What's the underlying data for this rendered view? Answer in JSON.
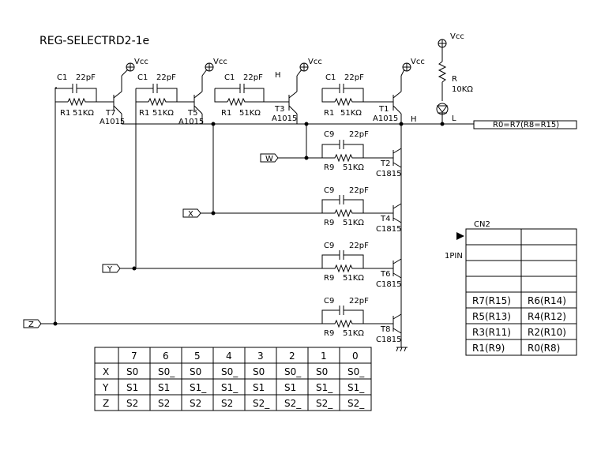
{
  "title": "REG-SELECTRD2-1e",
  "vcc": "Vcc",
  "cap_value": "22pF",
  "res_value": "51KΩ",
  "upper_stages": [
    {
      "cap": "C1",
      "res": "R1",
      "transistor": "T7",
      "part": "A1015"
    },
    {
      "cap": "C1",
      "res": "R1",
      "transistor": "T5",
      "part": "A1015"
    },
    {
      "cap": "C1",
      "res": "R1",
      "transistor": "T3",
      "part": "A1015"
    },
    {
      "cap": "C1",
      "res": "R1",
      "transistor": "T1",
      "part": "A1015"
    }
  ],
  "lower_stages": [
    {
      "cap": "C9",
      "res": "R9",
      "transistor": "T2",
      "part": "C1815",
      "input": "W"
    },
    {
      "cap": "C9",
      "res": "R9",
      "transistor": "T4",
      "part": "C1815",
      "input": "X"
    },
    {
      "cap": "C9",
      "res": "R9",
      "transistor": "T6",
      "part": "C1815",
      "input": "Y"
    },
    {
      "cap": "C9",
      "res": "R9",
      "transistor": "T8",
      "part": "C1815",
      "input": "Z"
    }
  ],
  "led": {
    "res": "R",
    "res_value": "10KΩ",
    "label": "L"
  },
  "h_label": "H",
  "output_net": "R0=R7(R8=R15)",
  "connector": {
    "name": "CN2",
    "pin1": "1PIN",
    "rows": [
      [
        "",
        ""
      ],
      [
        "",
        ""
      ],
      [
        "",
        ""
      ],
      [
        "",
        ""
      ],
      [
        "R7(R15)",
        "R6(R14)"
      ],
      [
        "R5(R13)",
        "R4(R12)"
      ],
      [
        "R3(R11)",
        "R2(R10)"
      ],
      [
        "R1(R9)",
        "R0(R8)"
      ]
    ]
  },
  "truth_table": {
    "header": [
      "",
      "7",
      "6",
      "5",
      "4",
      "3",
      "2",
      "1",
      "0"
    ],
    "rows": [
      [
        "X",
        "S0",
        "S0_",
        "S0",
        "S0_",
        "S0",
        "S0_",
        "S0",
        "S0_"
      ],
      [
        "Y",
        "S1",
        "S1",
        "S1_",
        "S1_",
        "S1",
        "S1",
        "S1_",
        "S1_"
      ],
      [
        "Z",
        "S2",
        "S2",
        "S2",
        "S2",
        "S2_",
        "S2_",
        "S2_",
        "S2_"
      ]
    ]
  }
}
